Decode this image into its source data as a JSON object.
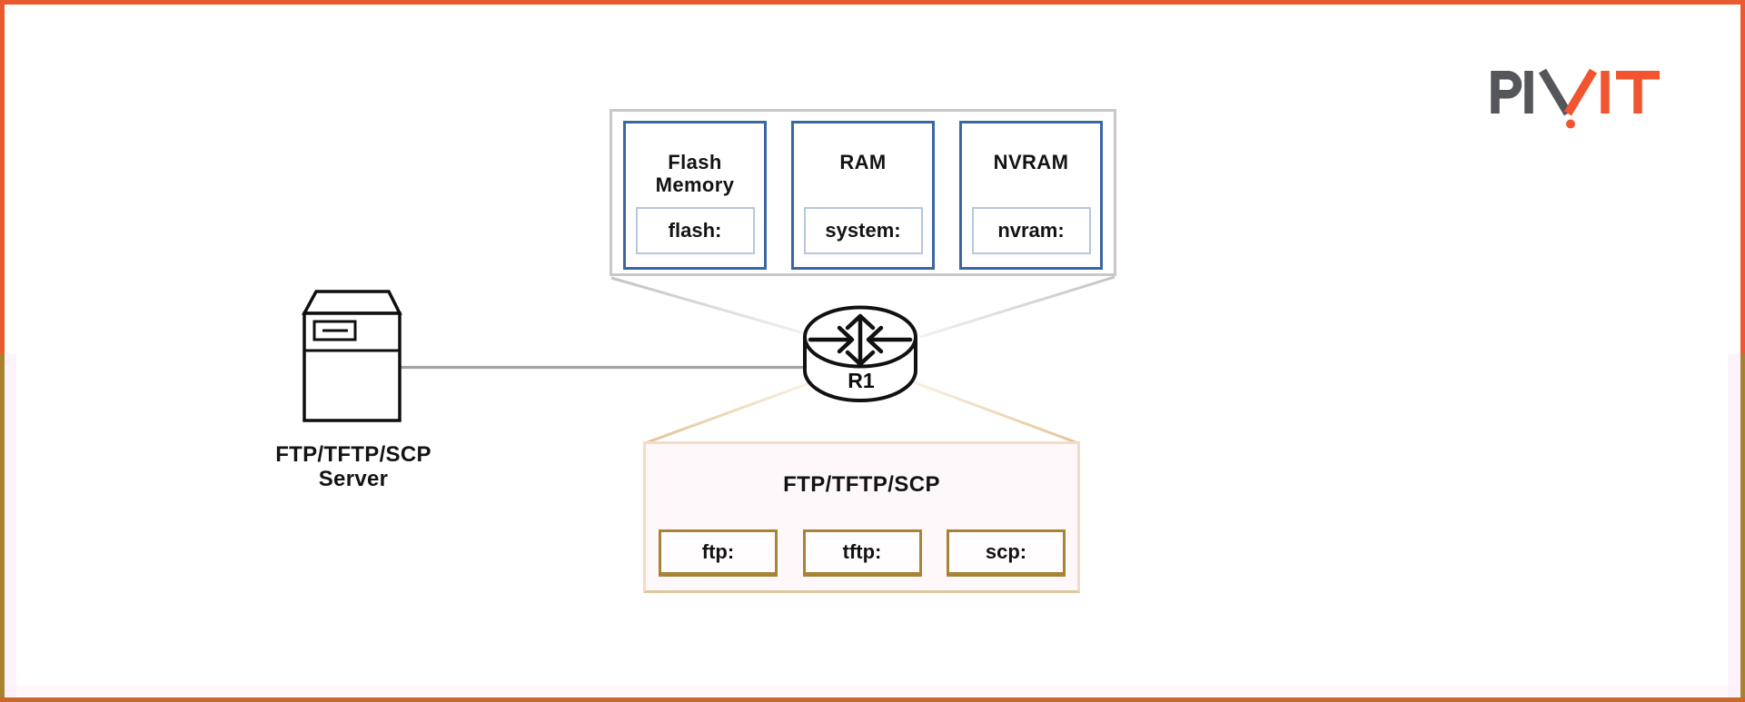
{
  "brand": {
    "logo_text": "PIVIT",
    "logo_gray_letters": "PIV",
    "logo_orange_letters": "IT"
  },
  "memory": {
    "boxes": [
      {
        "title": "Flash Memory",
        "device": "flash:"
      },
      {
        "title": "RAM",
        "device": "system:"
      },
      {
        "title": "NVRAM",
        "device": "nvram:"
      }
    ]
  },
  "router": {
    "name": "R1"
  },
  "server": {
    "line1": "FTP/TFTP/SCP",
    "line2": "Server"
  },
  "protocols": {
    "title": "FTP/TFTP/SCP",
    "boxes": [
      {
        "scheme": "ftp:"
      },
      {
        "scheme": "tftp:"
      },
      {
        "scheme": "scp:"
      }
    ]
  },
  "colors": {
    "frame_orange": "#EA5A2E",
    "frame_gold": "#A9822F",
    "frame_bottom": "#C5692E",
    "memory_group_border": "#C8C8C8",
    "memory_box_border": "#3A67A4",
    "device_box_border": "#B7C6DC",
    "protocol_group_border": "#F3DBC8",
    "protocol_box_border": "#A98334",
    "logo_gray": "#55565A",
    "logo_orange": "#F2542F",
    "link_gray": "#A3A3A3",
    "callout_gray": "#C3C3C3",
    "callout_tan": "#DEC18E"
  }
}
